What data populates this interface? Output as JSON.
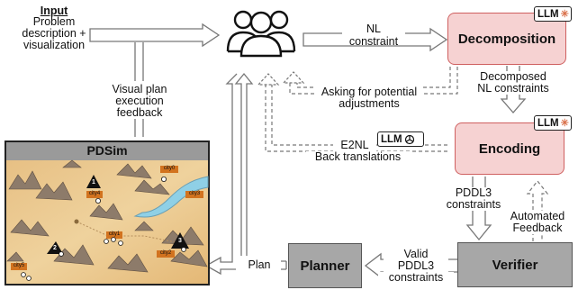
{
  "input": {
    "title": "Input",
    "lines": [
      "Problem",
      "description +",
      "visualization"
    ]
  },
  "feedback_label": [
    "Visual plan",
    "execution",
    "feedback"
  ],
  "nl_constraint_label": [
    "NL",
    "constraint"
  ],
  "asking_label": [
    "Asking for potential",
    "adjustments"
  ],
  "e2nl_label": [
    "E2NL",
    "Back translations"
  ],
  "decomposed_label": [
    "Decomposed",
    "NL constraints"
  ],
  "pddl3_constraints_label": [
    "PDDL3",
    "constraints"
  ],
  "automated_feedback_label": [
    "Automated",
    "Feedback"
  ],
  "valid_label": [
    "Valid",
    "PDDL3",
    "constraints"
  ],
  "plan_label": "Plan",
  "boxes": {
    "decomposition": "Decomposition",
    "encoding": "Encoding",
    "planner": "Planner",
    "verifier": "Verifier"
  },
  "badge_text": "LLM",
  "pdsim": {
    "title": "PDSim",
    "cities": [
      "city0",
      "city4",
      "city3",
      "city1",
      "city2",
      "city5"
    ],
    "markers": [
      "1",
      "2",
      "3"
    ]
  },
  "colors": {
    "pink_fill": "#f6d2d2",
    "pink_border": "#cf6060",
    "grey_box": "#a7a7a7",
    "map_sand": "#e8c48a",
    "map_water": "#8fd0e6",
    "city_tag": "#d2731f"
  }
}
